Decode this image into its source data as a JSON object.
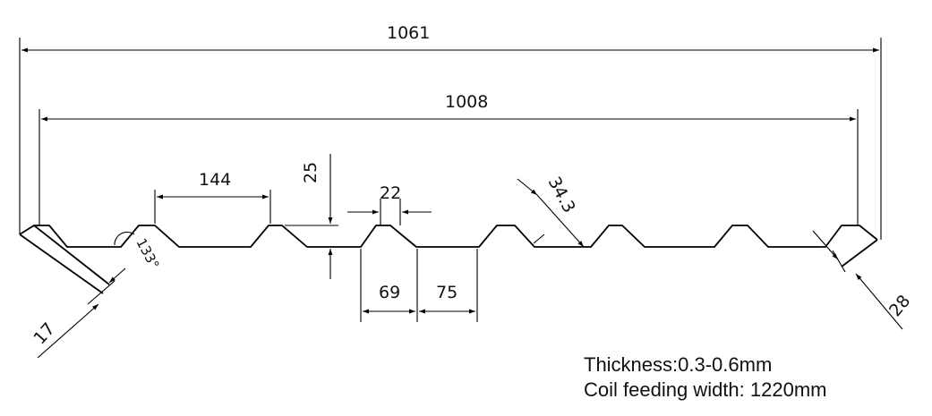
{
  "drawing": {
    "dimensions": {
      "total_width": "1061",
      "effective_width": "1008",
      "rib_spacing": "144",
      "rib_height": "25",
      "rib_top": "22",
      "rib_base": "69",
      "valley": "75",
      "rib_slope": "34.3",
      "angle": "133°",
      "left_edge": "17",
      "right_edge": "28"
    },
    "notes": {
      "thickness": "Thickness:0.3-0.6mm",
      "coil_width": "Coil feeding width: 1220mm"
    }
  },
  "colors": {
    "line": "#000000",
    "background": "#ffffff"
  }
}
